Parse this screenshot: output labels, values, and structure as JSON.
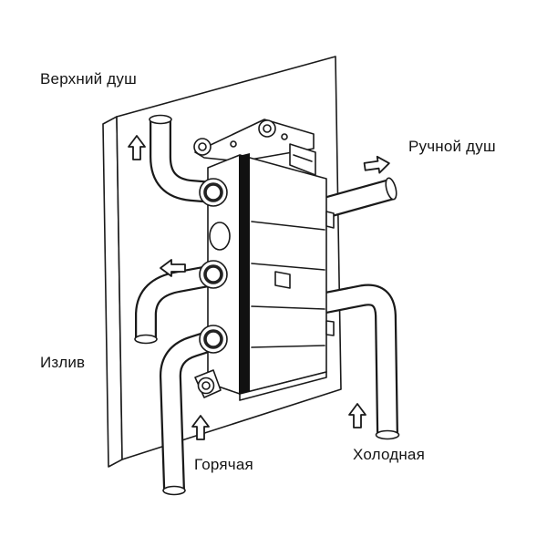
{
  "colors": {
    "background": "#ffffff",
    "line": "#1a1a1a"
  },
  "labels": {
    "top_shower": "Верхний душ",
    "hand_shower": "Ручной душ",
    "spout": "Излив",
    "hot": "Горячая",
    "cold": "Холодная"
  },
  "arrows": [
    {
      "name": "top-shower-flow-arrow",
      "direction": "up"
    },
    {
      "name": "hand-shower-flow-arrow",
      "direction": "right"
    },
    {
      "name": "spout-flow-arrow",
      "direction": "left"
    },
    {
      "name": "hot-supply-flow-arrow",
      "direction": "up"
    },
    {
      "name": "cold-supply-flow-arrow",
      "direction": "up"
    }
  ]
}
